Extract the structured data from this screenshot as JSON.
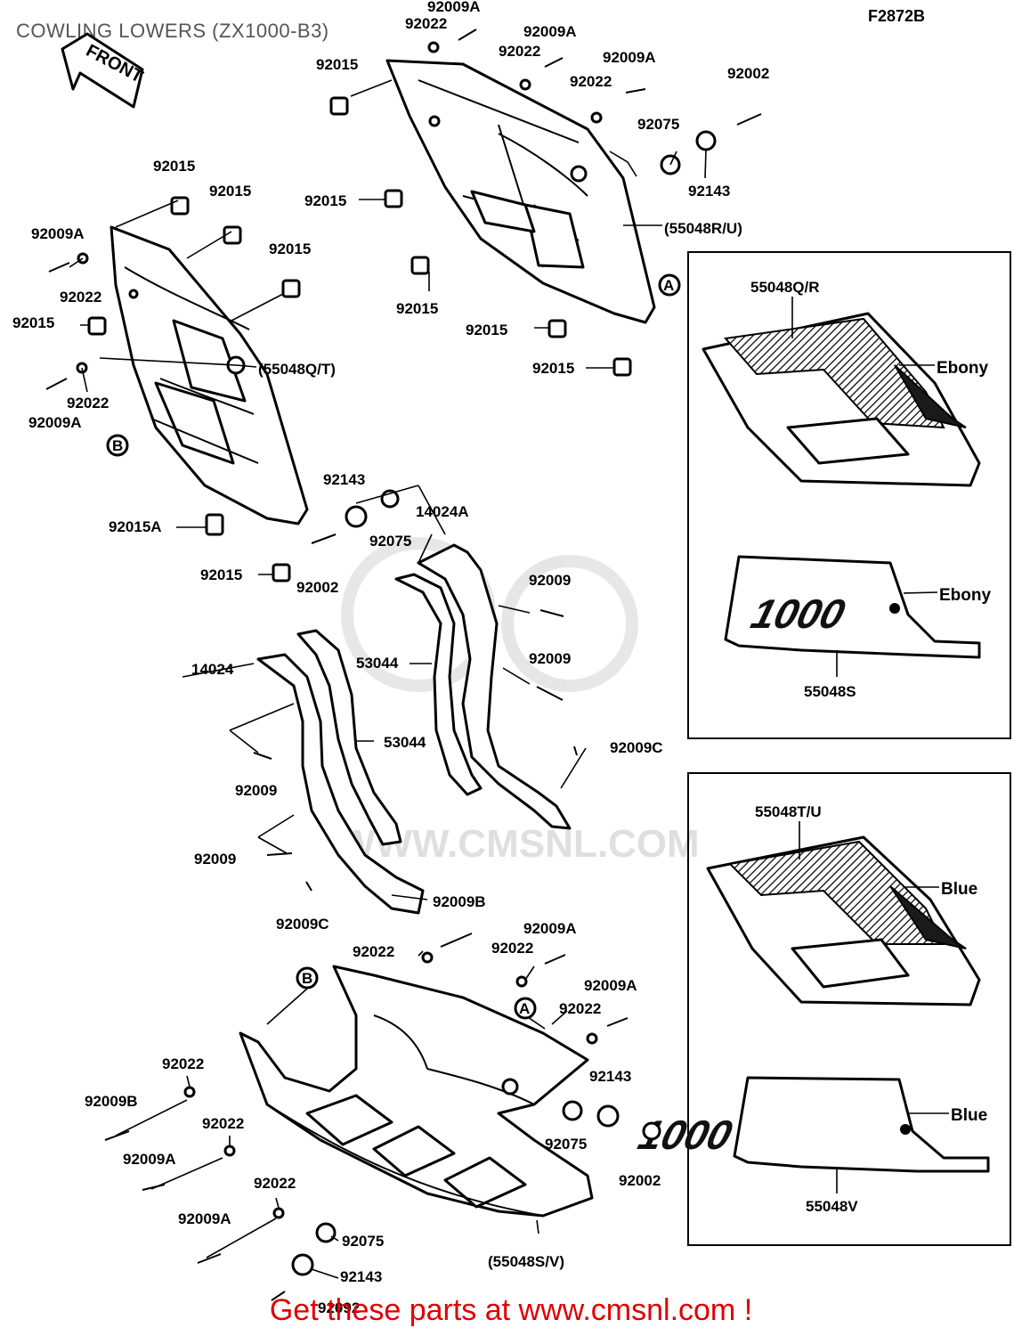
{
  "title": "COWLING LOWERS (ZX1000-B3)",
  "figure_code": "F2872B",
  "front_arrow": "FRONT",
  "watermark": "WWW.CMSNL.COM",
  "banner": "Get these parts at www.cmsnl.com !",
  "decal_logo": "1000",
  "ref_marks": {
    "a": "A",
    "b": "B"
  },
  "labels": {
    "r_top_92009A": "92009A",
    "r_top_92022": "92022",
    "r_92009A_2": "92009A",
    "r_92022_2": "92022",
    "r_92009A_3": "92009A",
    "r_92022_3": "92022",
    "r_92002": "92002",
    "r_92075": "92075",
    "r_92143": "92143",
    "r_92015_a": "92015",
    "r_92015_b": "92015",
    "r_92015_c": "92015",
    "r_92015_d": "92015",
    "r_92015_e": "92015",
    "r_55048RU": "(55048R/U)",
    "l_92015_a": "92015",
    "l_92015_b": "92015",
    "l_92015_c": "92015",
    "l_92015_d": "92015",
    "l_92009A_a": "92009A",
    "l_92022_a": "92022",
    "l_92022_b": "92022",
    "l_92009A_b": "92009A",
    "l_55048QT": "(55048Q/T)",
    "l_92015A": "92015A",
    "l_92015_e": "92015",
    "l_92143": "92143",
    "l_92075": "92075",
    "l_92002": "92002",
    "m_14024A": "14024A",
    "m_92009_a": "92009",
    "m_92009_b": "92009",
    "m_53044_a": "53044",
    "m_53044_b": "53044",
    "m_14024": "14024",
    "m_92009C_a": "92009C",
    "m_92009_c": "92009",
    "m_92009_d": "92009",
    "m_92009C_b": "92009C",
    "b_92009B_a": "92009B",
    "b_92022_a": "92022",
    "b_92009A_a": "92009A",
    "b_92022_b": "92022",
    "b_92009A_b": "92009A",
    "b_92022_c": "92022",
    "b_92143_a": "92143",
    "b_92075_a": "92075",
    "b_92002": "92002",
    "b_92022_d": "92022",
    "b_92009B_b": "92009B",
    "b_92022_e": "92022",
    "b_92009A_c": "92009A",
    "b_92022_f": "92022",
    "b_92009A_d": "92009A",
    "b_92075_b": "92075",
    "b_92143_b": "92143",
    "b_92092": "92092",
    "b_55048SV": "(55048S/V)",
    "p1_top": "55048Q/R",
    "p1_color_a": "Ebony",
    "p1_color_b": "Ebony",
    "p1_bottom": "55048S",
    "p2_top": "55048T/U",
    "p2_color_a": "Blue",
    "p2_color_b": "Blue",
    "p2_bottom": "55048V"
  }
}
